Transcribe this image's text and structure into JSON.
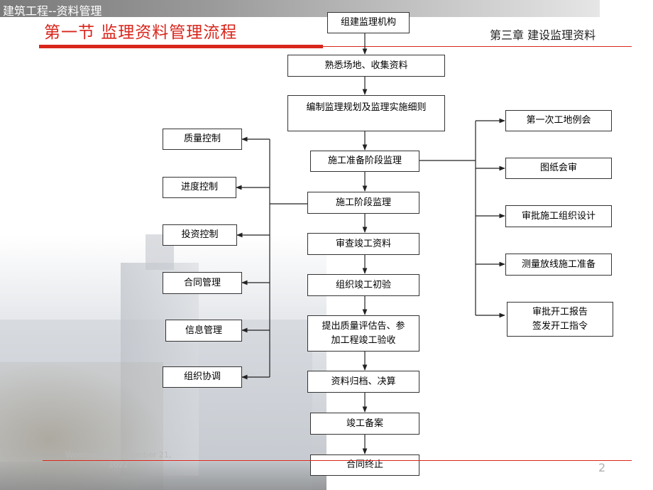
{
  "header": {
    "topbar_text": "建筑工程--资料管理",
    "section_title": "第一节 监理资料管理流程",
    "chapter_title": "第三章 建设监理资料"
  },
  "footer": {
    "date": "Wednesday, December 21, 2022",
    "page_number": "2"
  },
  "flow": {
    "main": [
      "组建监理机构",
      "熟悉场地、收集资料",
      "编制监理规划及监理实施细则",
      "施工准备阶段监理",
      "施工阶段监理",
      "审查竣工资料",
      "组织竣工初验",
      "提出质量评估告、参加工程竣工验收",
      "资料归档、决算",
      "竣工备案",
      "合同终止"
    ],
    "left": [
      "质量控制",
      "进度控制",
      "投资控制",
      "合同管理",
      "信息管理",
      "组织协调"
    ],
    "right": [
      "第一次工地例会",
      "图纸会审",
      "审批施工组织设计",
      "测量放线施工准备",
      "审批开工报告 签发开工指令"
    ]
  }
}
